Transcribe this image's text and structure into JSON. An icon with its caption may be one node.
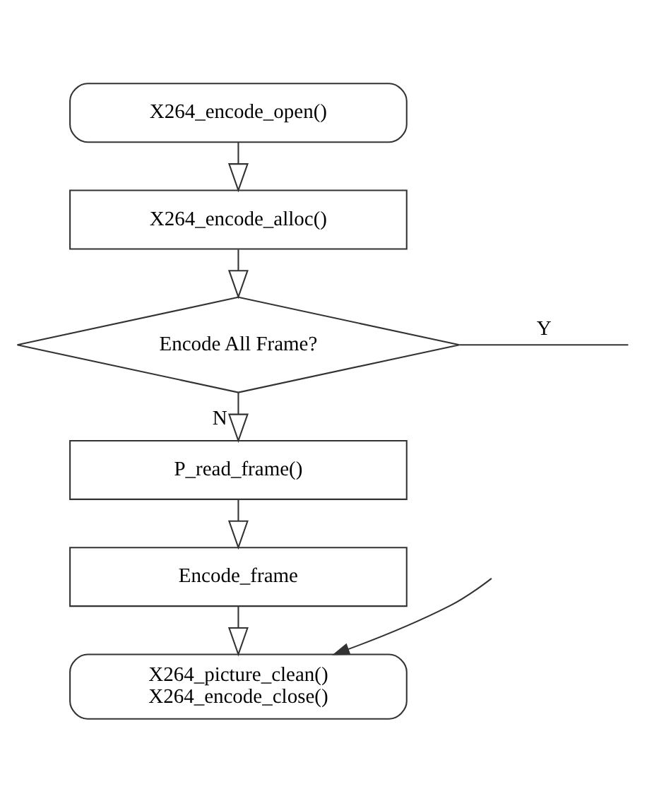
{
  "diagram": {
    "nodes": [
      {
        "text": [
          "X264_encode_open()"
        ]
      },
      {
        "text": [
          "X264_encode_alloc()"
        ]
      },
      {
        "text": [
          "Encode All Frame?"
        ]
      },
      {
        "text": [
          "P_read_frame()"
        ]
      },
      {
        "text": [
          "Encode_frame"
        ]
      },
      {
        "text": [
          "X264_picture_clean()",
          "X264_encode_close()"
        ]
      }
    ],
    "edges": [
      {
        "from": 0,
        "to": 1,
        "arrow": "to"
      },
      {
        "from": 1,
        "to": 2,
        "arrow": "to"
      },
      {
        "from": 2,
        "to": null,
        "arrow": "none",
        "label": "Y"
      },
      {
        "from": 2,
        "to": 3,
        "arrow": "to",
        "label": "N"
      },
      {
        "from": 3,
        "to": 4,
        "arrow": "to"
      },
      {
        "from": 4,
        "to": 5,
        "arrow": "to"
      },
      {
        "from": null,
        "to": 5,
        "arrow": "to"
      }
    ]
  }
}
